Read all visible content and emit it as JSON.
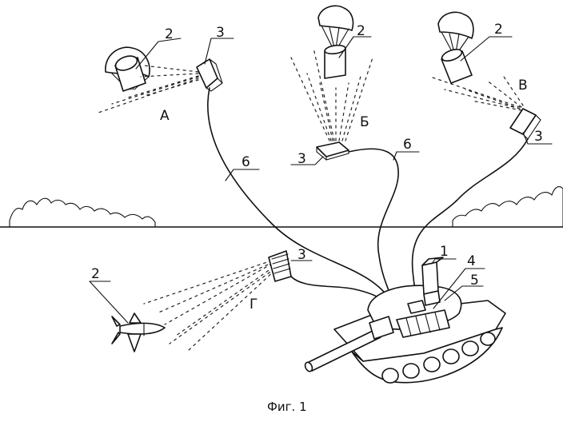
{
  "figure": {
    "caption": "Фиг. 1",
    "scenes": {
      "a": "А",
      "b": "Б",
      "v": "В",
      "g": "Г"
    },
    "callouts": {
      "n1": "1",
      "n2": "2",
      "n3": "3",
      "n4": "4",
      "n5": "5",
      "n6": "6"
    }
  }
}
